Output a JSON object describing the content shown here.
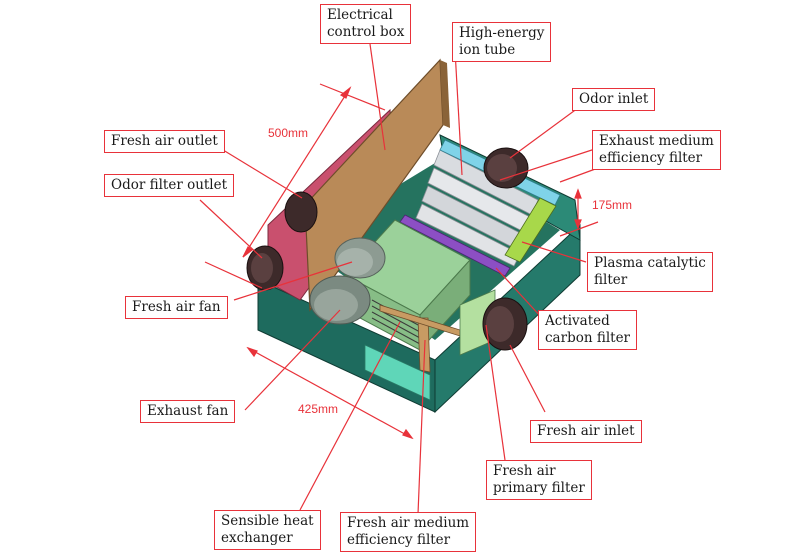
{
  "labels": {
    "electrical_control_box": "Electrical\ncontrol box",
    "high_energy_ion_tube": "High-energy\nion tube",
    "odor_inlet": "Odor inlet",
    "fresh_air_outlet": "Fresh air outlet",
    "exhaust_medium_efficiency_filter": "Exhaust medium\nefficiency filter",
    "odor_filter_outlet": "Odor filter outlet",
    "plasma_catalytic_filter": "Plasma catalytic\nfilter",
    "fresh_air_fan": "Fresh air fan",
    "activated_carbon_filter": "Activated\ncarbon filter",
    "exhaust_fan": "Exhaust fan",
    "fresh_air_inlet": "Fresh air inlet",
    "fresh_air_primary_filter": "Fresh air\nprimary filter",
    "sensible_heat_exchanger": "Sensible heat\nexchanger",
    "fresh_air_medium_efficiency_filter": "Fresh air medium\nefficiency filter"
  },
  "dimensions": {
    "length": "500mm",
    "height": "175mm",
    "width": "425mm"
  },
  "colors": {
    "annotation_red": "#e8323a",
    "housing_green": "#1e6b5e",
    "panel_tan": "#b98a58",
    "pink_panel": "#c9506e",
    "light_blue": "#7fd3e8",
    "purple_filter": "#8c4fc4",
    "lime_filter": "#a8d84a",
    "green_block": "#9bd19a",
    "aqua_block": "#5fd6b8"
  }
}
